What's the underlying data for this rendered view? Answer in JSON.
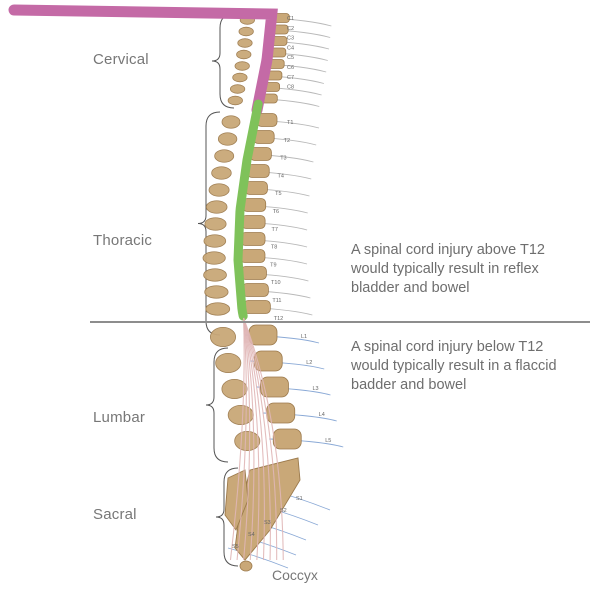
{
  "regions": {
    "cervical": "Cervical",
    "thoracic": "Thoracic",
    "lumbar": "Lumbar",
    "sacral": "Sacral"
  },
  "coccyx": "Coccyx",
  "notes": {
    "above": [
      "A spinal cord injury above T12",
      "would typically result in reflex",
      "bladder and bowel"
    ],
    "below": [
      "A spinal cord injury below T12",
      "would typically result in a flaccid",
      "badder and bowel"
    ]
  },
  "vertebra_labels": {
    "cervical": [
      "C1",
      "C2",
      "C3",
      "C4",
      "C5",
      "C6",
      "C7",
      "C8"
    ],
    "thoracic": [
      "T1",
      "T2",
      "T3",
      "T4",
      "T5",
      "T6",
      "T7",
      "T8",
      "T9",
      "T10",
      "T11",
      "T12"
    ],
    "lumbar": [
      "L1",
      "L2",
      "L3",
      "L4",
      "L5"
    ],
    "sacral": [
      "S1",
      "S2",
      "S3",
      "S4",
      "S5"
    ]
  },
  "colors": {
    "bone": "#c9a878",
    "bone_edge": "#9c7a4c",
    "cervical_cord": "#c46aa6",
    "thoracic_cord": "#7fc25a",
    "cauda": "#e0b6b6",
    "nerve_blue": "#8aa9d6",
    "nerve_gray": "#b9b9b9",
    "divider": "#8d8d8d",
    "bracket": "#555555"
  }
}
